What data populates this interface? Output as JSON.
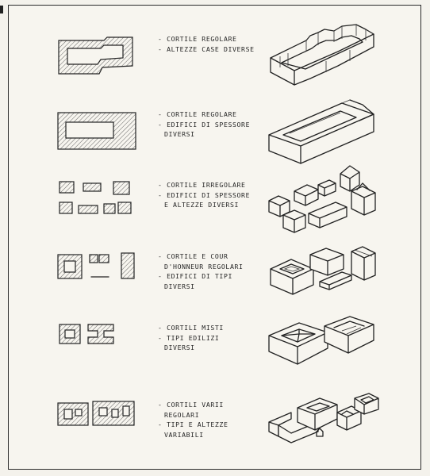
{
  "rows": [
    {
      "lines": [
        {
          "type": "item",
          "text": "Cortile regolare"
        },
        {
          "type": "item",
          "text": "Altezze case diverse"
        }
      ]
    },
    {
      "lines": [
        {
          "type": "item",
          "text": "Cortile regolare"
        },
        {
          "type": "item",
          "text": "Edifici di spessore"
        },
        {
          "type": "cont",
          "text": "diversi"
        }
      ]
    },
    {
      "lines": [
        {
          "type": "item",
          "text": "Cortile irregolare"
        },
        {
          "type": "item",
          "text": "Edifici di spessore"
        },
        {
          "type": "cont",
          "text": "e altezze diversi"
        }
      ]
    },
    {
      "lines": [
        {
          "type": "item",
          "text": "Cortile e cour"
        },
        {
          "type": "cont",
          "text": "d'honneur regolari"
        },
        {
          "type": "item",
          "text": "Edifici di tipi"
        },
        {
          "type": "cont",
          "text": "diversi"
        }
      ]
    },
    {
      "lines": [
        {
          "type": "item",
          "text": "Cortili misti"
        },
        {
          "type": "item",
          "text": "Tipi edilizi"
        },
        {
          "type": "cont",
          "text": "diversi"
        }
      ]
    },
    {
      "lines": [
        {
          "type": "item",
          "text": "Cortili varii"
        },
        {
          "type": "cont",
          "text": "regolari"
        },
        {
          "type": "item",
          "text": "Tipi e altezze"
        },
        {
          "type": "cont",
          "text": "variabili"
        }
      ]
    }
  ]
}
